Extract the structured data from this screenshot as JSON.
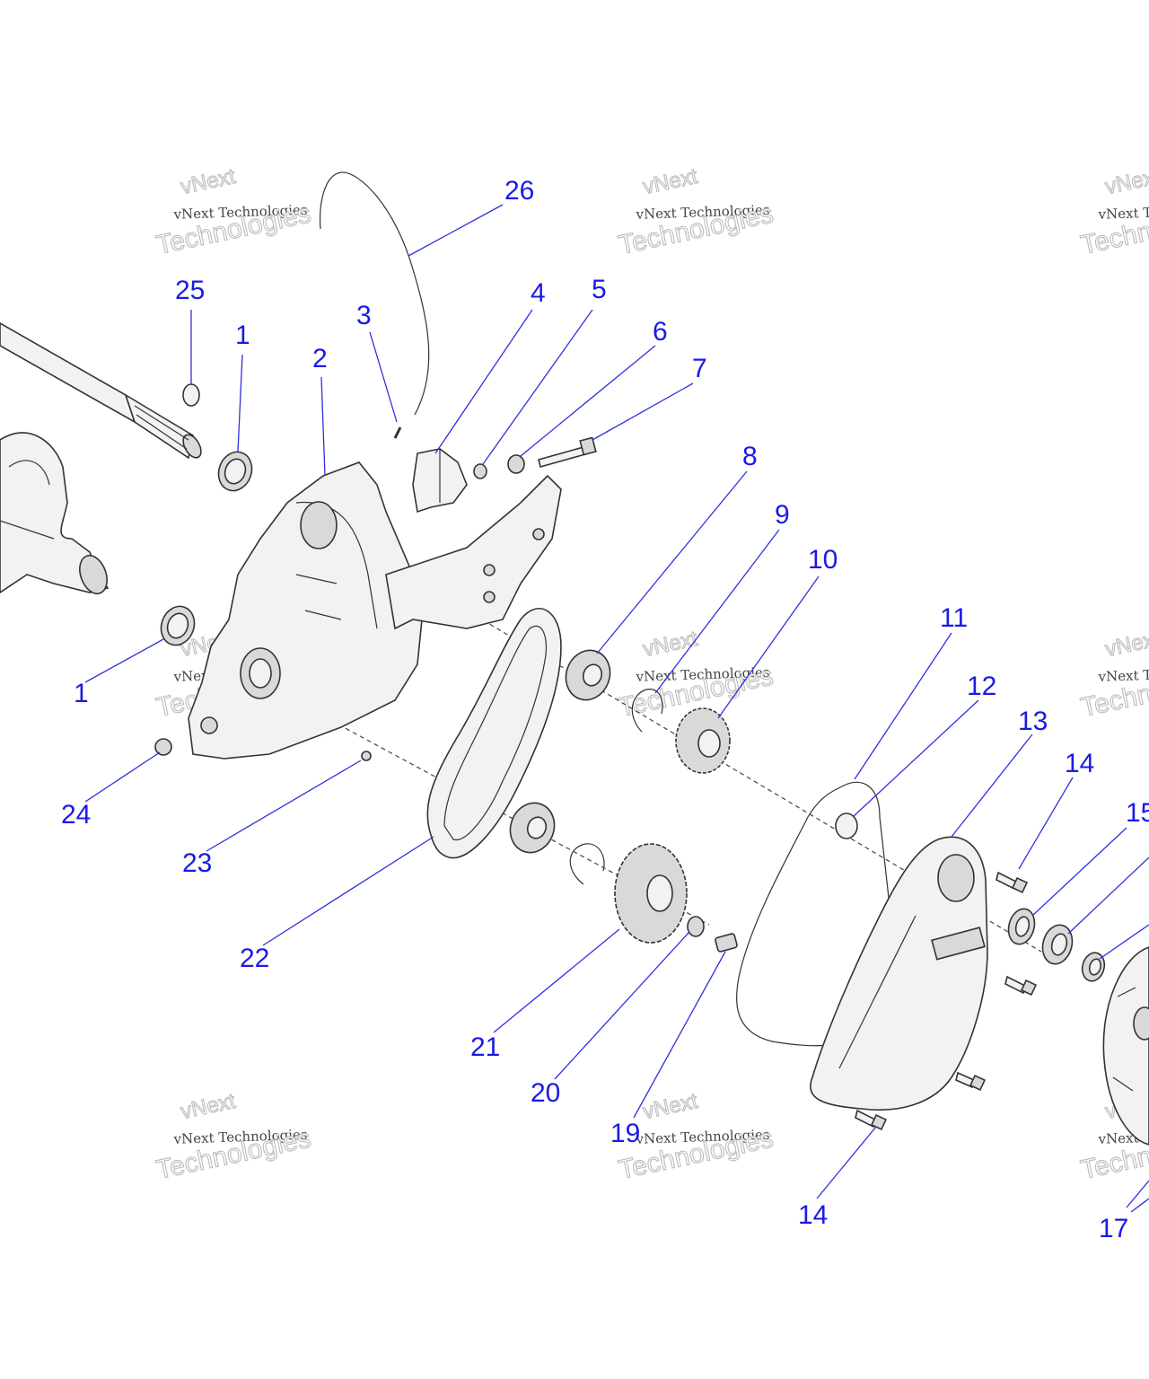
{
  "diagram": {
    "watermark": {
      "line1": "vNext",
      "line2": "vNext Technologies",
      "line3": "Technologies"
    },
    "callouts": [
      {
        "id": "c26",
        "label": "26"
      },
      {
        "id": "c25",
        "label": "25"
      },
      {
        "id": "c1a",
        "label": "1"
      },
      {
        "id": "c2",
        "label": "2"
      },
      {
        "id": "c3",
        "label": "3"
      },
      {
        "id": "c4",
        "label": "4"
      },
      {
        "id": "c5",
        "label": "5"
      },
      {
        "id": "c6",
        "label": "6"
      },
      {
        "id": "c7",
        "label": "7"
      },
      {
        "id": "c8",
        "label": "8"
      },
      {
        "id": "c9",
        "label": "9"
      },
      {
        "id": "c10",
        "label": "10"
      },
      {
        "id": "c11",
        "label": "11"
      },
      {
        "id": "c12",
        "label": "12"
      },
      {
        "id": "c13",
        "label": "13"
      },
      {
        "id": "c14a",
        "label": "14"
      },
      {
        "id": "c15",
        "label": "15"
      },
      {
        "id": "c1b",
        "label": "1"
      },
      {
        "id": "c24",
        "label": "24"
      },
      {
        "id": "c23",
        "label": "23"
      },
      {
        "id": "c22",
        "label": "22"
      },
      {
        "id": "c21",
        "label": "21"
      },
      {
        "id": "c20",
        "label": "20"
      },
      {
        "id": "c19",
        "label": "19"
      },
      {
        "id": "c14b",
        "label": "14"
      },
      {
        "id": "c17",
        "label": "17"
      }
    ],
    "colors": {
      "callout": "#1a1ae6",
      "leader": "#3030e0",
      "line_art": "#333333"
    }
  }
}
